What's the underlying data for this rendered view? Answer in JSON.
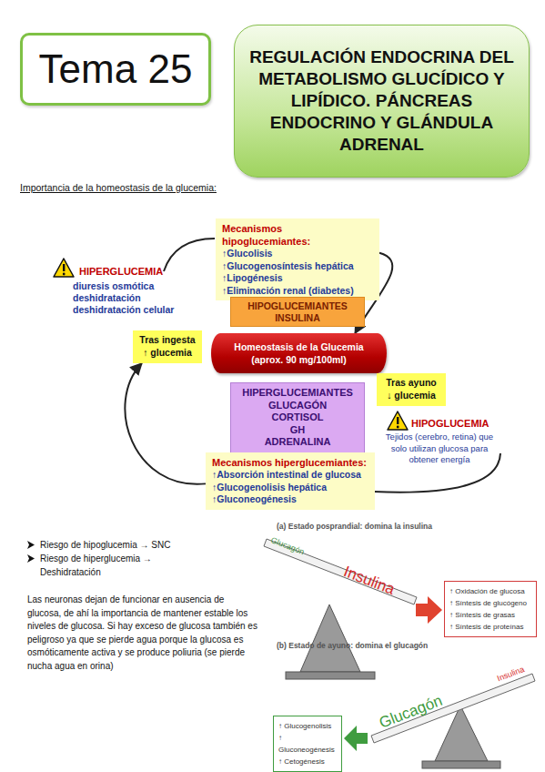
{
  "diagram": {
    "title": "REGULACIÓN ENDOCRINA DEL METABOLISMO GLUCÍDICO Y LIPÍDICO. PÁNCREAS ENDOCRINO Y GLÁNDULA ADRENAL",
    "nodes": [
      {
        "text": [
          "Tema 25"
        ]
      },
      {
        "text": [
          "Mecanismos hipoglucemiantes:",
          "↑Glucolisis",
          "↑Glucogenosíntesis hepática",
          "↑Lipogénesis",
          "↑Eliminación renal (diabetes)"
        ]
      },
      {
        "text": [
          "HIPOGLUCEMIANTES",
          "INSULINA"
        ]
      },
      {
        "text": [
          "Tras ingesta",
          "↑ glucemia"
        ]
      },
      {
        "text": [
          "Homeostasis de la Glucemia",
          "(aprox. 90 mg/100ml)"
        ]
      },
      {
        "text": [
          "HIPERGLUCEMIANTES",
          "GLUCAGÓN",
          "CORTISOL",
          "GH",
          "ADRENALINA"
        ]
      },
      {
        "text": [
          "Tras ayuno",
          "↓ glucemia"
        ]
      },
      {
        "text": [
          "Mecanismos hiperglucemiantes:",
          "↑Absorción intestinal de glucosa",
          "↑Glucogenolisis hepática",
          "↑Gluconeogénesis"
        ]
      },
      {
        "text": [
          "↑ Oxidación de glucosa",
          "↑ Síntesis de glucógeno",
          "↑ Síntesis de grasas",
          "↑ Síntesis de proteínas"
        ]
      },
      {
        "text": [
          "↑ Glucogenolisis",
          "↑ Gluconeogénesis",
          "↑ Cetogénesis"
        ]
      }
    ],
    "edges": [
      {
        "from": 1,
        "to": 4,
        "arrow": "to"
      },
      {
        "from": 7,
        "to": 3,
        "arrow": "to"
      }
    ],
    "labels": [
      "Importancia de la homeostasis de la glucemia:",
      "HIPERGLUCEMIA",
      "diuresis osmótica deshidratación deshidratación celular",
      "HIPOGLUCEMIA",
      "Tejidos (cerebro, retina) que solo utilizan glucosa para obtener energía",
      "Riesgo de hipoglucemia → SNC",
      "Riesgo de hiperglucemia → Deshidratación",
      "Las neuronas dejan de funcionar en ausencia de glucosa, de ahí  la importancia de mantener estable los niveles de glucosa. Si hay exceso de glucosa también es peligroso ya que se pierde agua porque la glucosa es osmóticamente activa y se produce poliuria (se pierde nucha agua en orina)",
      "(a) Estado posprandial: domina la insulina",
      "Glucagón",
      "Insulina",
      "(b) Estado de ayuno: domina el glucagón",
      "Glucagón",
      "Insulina"
    ]
  }
}
